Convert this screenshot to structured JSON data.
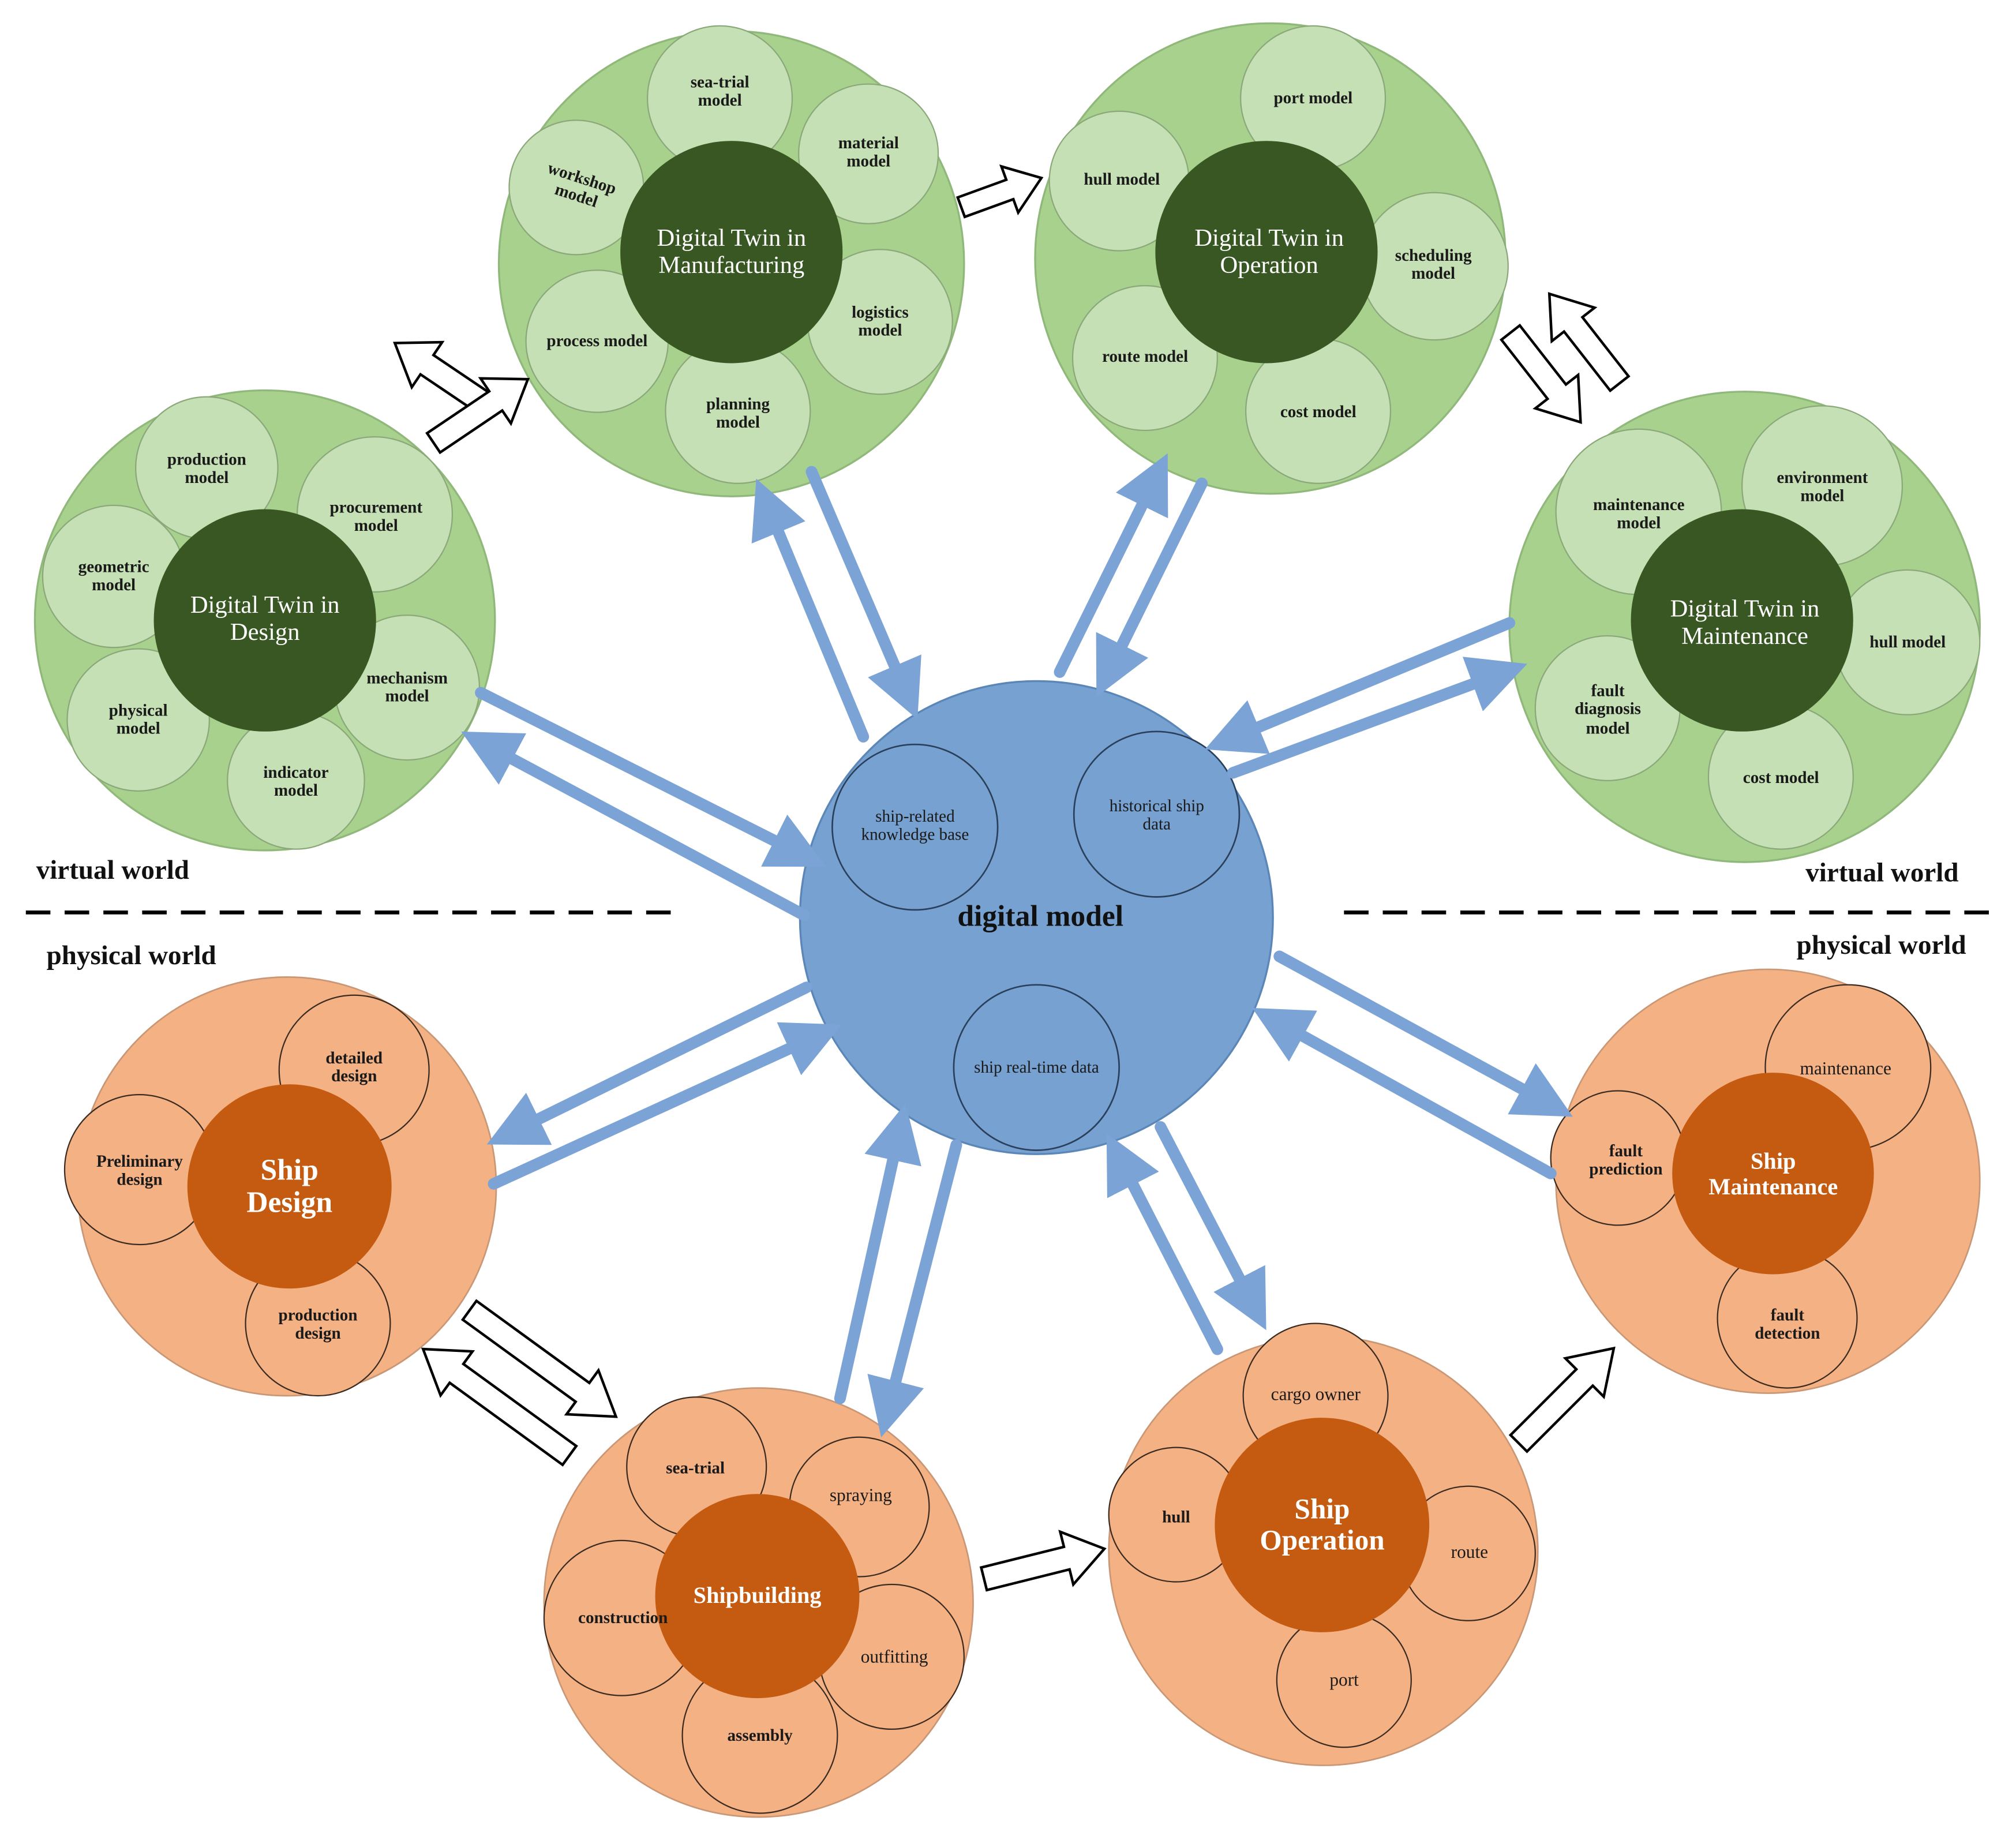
{
  "regions": {
    "virtual_left": "virtual world",
    "virtual_right": "virtual world",
    "physical_left": "physical world",
    "physical_right": "physical world"
  },
  "center": {
    "title": "digital model",
    "items": [
      "ship-related knowledge base",
      "historical ship data",
      "ship real-time data"
    ]
  },
  "twins": {
    "design": {
      "title": "Digital Twin in Design",
      "models": [
        "production model",
        "procurement model",
        "geometric model",
        "mechanism model",
        "physical model",
        "indicator model"
      ]
    },
    "manufacturing": {
      "title": "Digital Twin in Manufacturing",
      "models": [
        "sea-trial model",
        "material model",
        "workshop model",
        "logistics model",
        "process model",
        "planning model"
      ]
    },
    "operation": {
      "title": "Digital Twin in Operation",
      "models": [
        "port model",
        "hull model",
        "scheduling model",
        "route model",
        "cost model"
      ]
    },
    "maintenance": {
      "title": "Digital Twin in Maintenance",
      "models": [
        "maintenance model",
        "environment model",
        "hull model",
        "fault diagnosis model",
        "cost model"
      ]
    }
  },
  "physical": {
    "design": {
      "title": "Ship Design",
      "items": [
        "detailed design",
        "Preliminary design",
        "production design"
      ]
    },
    "shipbuilding": {
      "title": "Shipbuilding",
      "items": [
        "sea-trial",
        "spraying",
        "construction",
        "outfitting",
        "assembly"
      ]
    },
    "operation": {
      "title": "Ship Operation",
      "items": [
        "cargo owner",
        "hull",
        "route",
        "port"
      ]
    },
    "maintenance": {
      "title": "Ship Maintenance",
      "items": [
        "maintenance",
        "fault prediction",
        "fault detection"
      ]
    }
  },
  "colors": {
    "green_outer": "#a9d18e",
    "green_inner": "#c5e0b4",
    "green_core": "#385723",
    "orange_outer": "#f4b183",
    "orange_core": "#c55a11",
    "blue_center": "#76a1d0",
    "blue_arrow": "#7ba3d6"
  }
}
